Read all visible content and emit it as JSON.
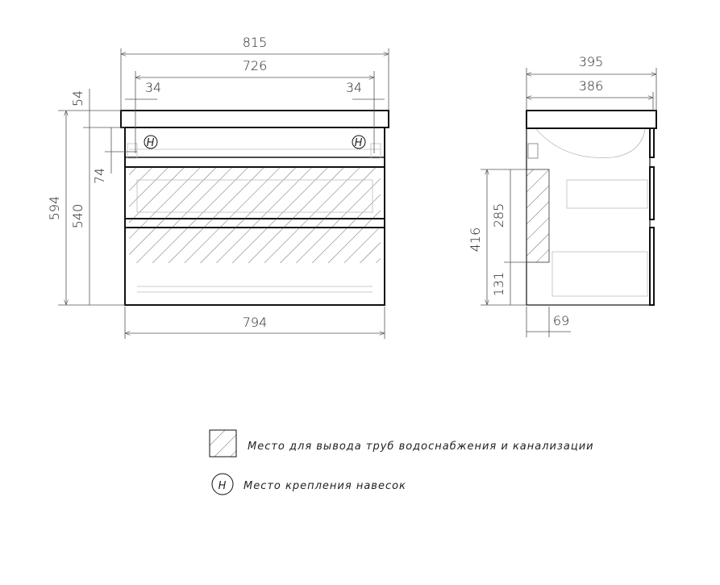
{
  "front_view": {
    "dims": {
      "overall_width": "815",
      "inner_width": "726",
      "left_offset": "34",
      "right_offset": "34",
      "body_width": "794",
      "overall_height": "594",
      "body_height": "540",
      "top_thickness": "54",
      "mount_height": "74"
    },
    "mount_marker": "H"
  },
  "side_view": {
    "dims": {
      "overall_depth": "395",
      "body_depth": "386",
      "pipe_zone_top": "416",
      "pipe_zone_height": "285",
      "pipe_zone_bottom": "131",
      "pipe_zone_depth": "69"
    }
  },
  "legend": {
    "hatch_label": "Место для вывода труб водоснабжения и канализации",
    "mount_symbol": "H",
    "mount_label": "Место крепления навесок"
  },
  "colors": {
    "line": "#111111",
    "dim": "#555555",
    "hidden": "#bbbbbb"
  }
}
